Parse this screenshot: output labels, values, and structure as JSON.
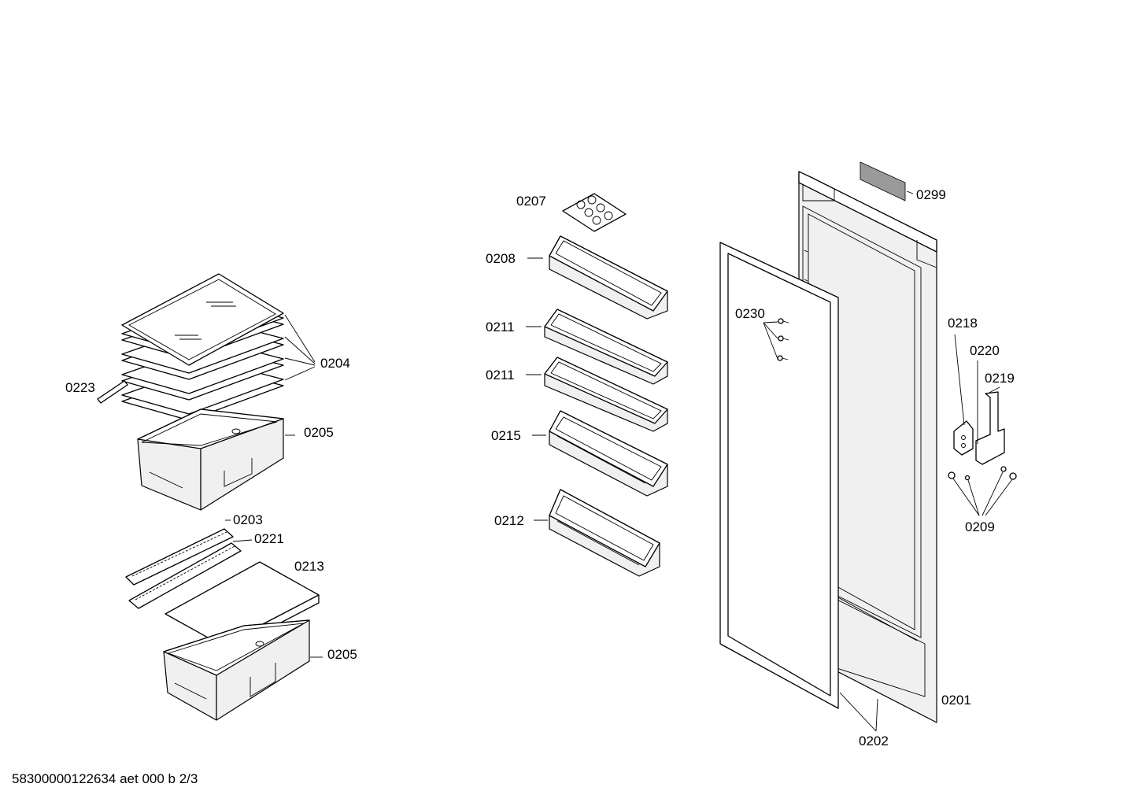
{
  "labels": {
    "l0204": "0204",
    "l0223": "0223",
    "l0205a": "0205",
    "l0203": "0203",
    "l0221": "0221",
    "l0213": "0213",
    "l0205b": "0205",
    "l0207": "0207",
    "l0208": "0208",
    "l0211a": "0211",
    "l0211b": "0211",
    "l0215": "0215",
    "l0212": "0212",
    "l0230": "0230",
    "l0299": "0299",
    "l0218": "0218",
    "l0220": "0220",
    "l0219": "0219",
    "l0209": "0209",
    "l0201": "0201",
    "l0202": "0202"
  },
  "footer": "58300000122634 aet 000 b 2/3"
}
